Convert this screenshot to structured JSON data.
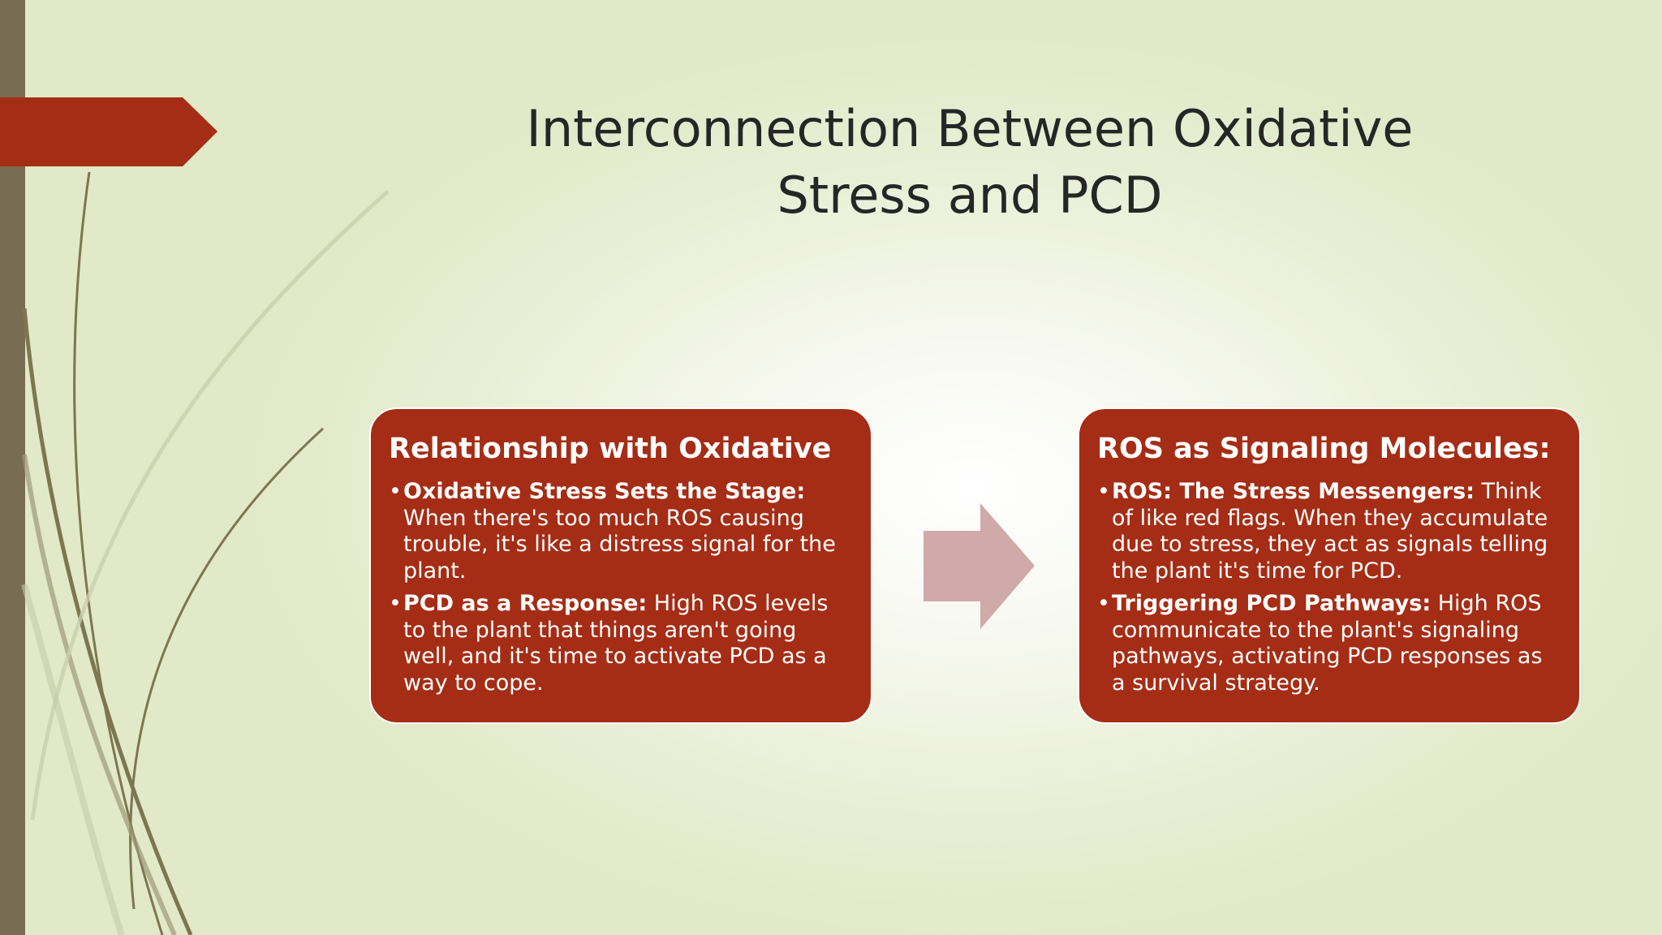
{
  "slide": {
    "title": "Interconnection Between Oxidative Stress and PCD"
  },
  "colors": {
    "accent": "#a52d15",
    "side_bar": "#786c52",
    "arrow": "#d0aaa8",
    "title_text": "#262626"
  },
  "cards": {
    "left": {
      "heading": "Relationship with Oxidative",
      "bullets": [
        {
          "bold": "Oxidative Stress Sets the Stage:",
          "text": " When there's too much ROS causing trouble, it's like a distress signal for the plant."
        },
        {
          "bold": "PCD as a Response:",
          "text": " High ROS levels to the plant that things aren't going well, and it's time to activate PCD as a way to cope."
        }
      ]
    },
    "right": {
      "heading": "ROS as Signaling Molecules:",
      "bullets": [
        {
          "bold": "ROS: The Stress Messengers:",
          "text": " Think of like red flags. When they accumulate due to stress, they act as signals telling the plant it's time for PCD."
        },
        {
          "bold": "Triggering PCD Pathways:",
          "text": " High ROS communicate to the plant's signaling pathways, activating PCD responses as a survival strategy."
        }
      ]
    }
  },
  "icons": {
    "flow_arrow": "right-arrow-icon",
    "title_marker": "chevron-tab-icon"
  }
}
